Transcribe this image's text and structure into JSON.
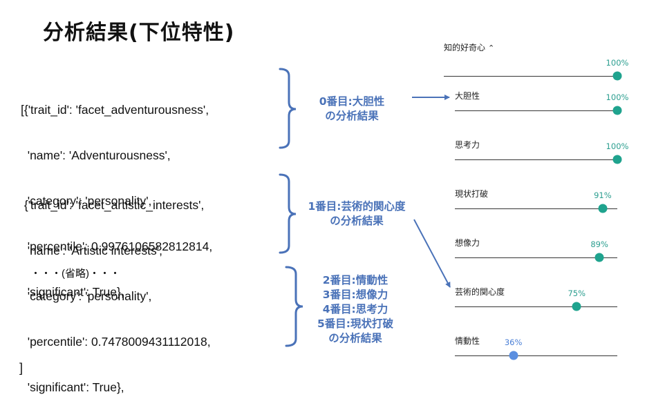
{
  "title": "分析結果(下位特性)",
  "code_block_1": [
    "[{'trait_id': 'facet_adventurousness',",
    "  'name': 'Adventurousness',",
    "  'category': 'personality',",
    "  'percentile': 0.9976106582812814,",
    "  'significant': True},"
  ],
  "code_block_2": [
    " {'trait_id': 'facet_artistic_interests',",
    "  'name': 'Artistic interests',",
    "  'category': 'personality',",
    "  'percentile': 0.7478009431112018,",
    "  'significant': True},"
  ],
  "omitted": "・・・(省略)・・・",
  "closing": "]",
  "annotations": {
    "a0": [
      "0番目:大胆性",
      "の分析結果"
    ],
    "a1": [
      "1番目:芸術的関心度",
      "の分析結果"
    ],
    "a2": [
      "2番目:情動性",
      "3番目:想像力",
      "4番目:思考力",
      "5番目:現状打破",
      "の分析結果"
    ]
  },
  "panel": {
    "header": "知的好奇心",
    "header_icon": "chevron-up-icon",
    "colors": {
      "teal": "#1fa38e",
      "blue": "#5b8fe0",
      "annotation": "#4a72b8"
    },
    "items": [
      {
        "label": "",
        "pct_label": "100%",
        "value": 1.0
      },
      {
        "label": "大胆性",
        "pct_label": "100%",
        "value": 1.0
      },
      {
        "label": "思考力",
        "pct_label": "100%",
        "value": 1.0
      },
      {
        "label": "現状打破",
        "pct_label": "91%",
        "value": 0.91
      },
      {
        "label": "想像力",
        "pct_label": "89%",
        "value": 0.89
      },
      {
        "label": "芸術的関心度",
        "pct_label": "75%",
        "value": 0.75
      },
      {
        "label": "情動性",
        "pct_label": "36%",
        "value": 0.36
      }
    ]
  }
}
